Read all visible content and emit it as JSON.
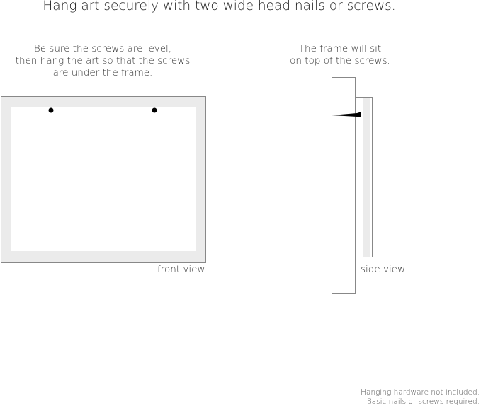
{
  "title": "Hang art securely with two wide head nails or screws.",
  "front_view": {
    "instructions": "Be sure the screws are level,\nthen hang the art so that the screws\nare under the frame.",
    "label": "front view"
  },
  "side_view": {
    "instructions": "The frame will sit\non top of the screws.",
    "label": "side view"
  },
  "footer": "Hanging hardware not included.\nBasic nails or screws required.",
  "colors": {
    "frame": "#ebebeb",
    "outline": "#888888",
    "screw": "#000000"
  }
}
